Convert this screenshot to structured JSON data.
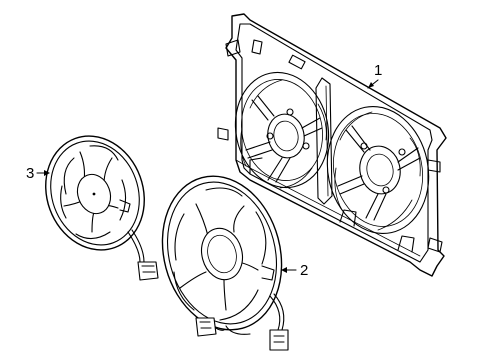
{
  "callouts": {
    "shroud": "1",
    "large_fan": "2",
    "small_fan": "3"
  }
}
